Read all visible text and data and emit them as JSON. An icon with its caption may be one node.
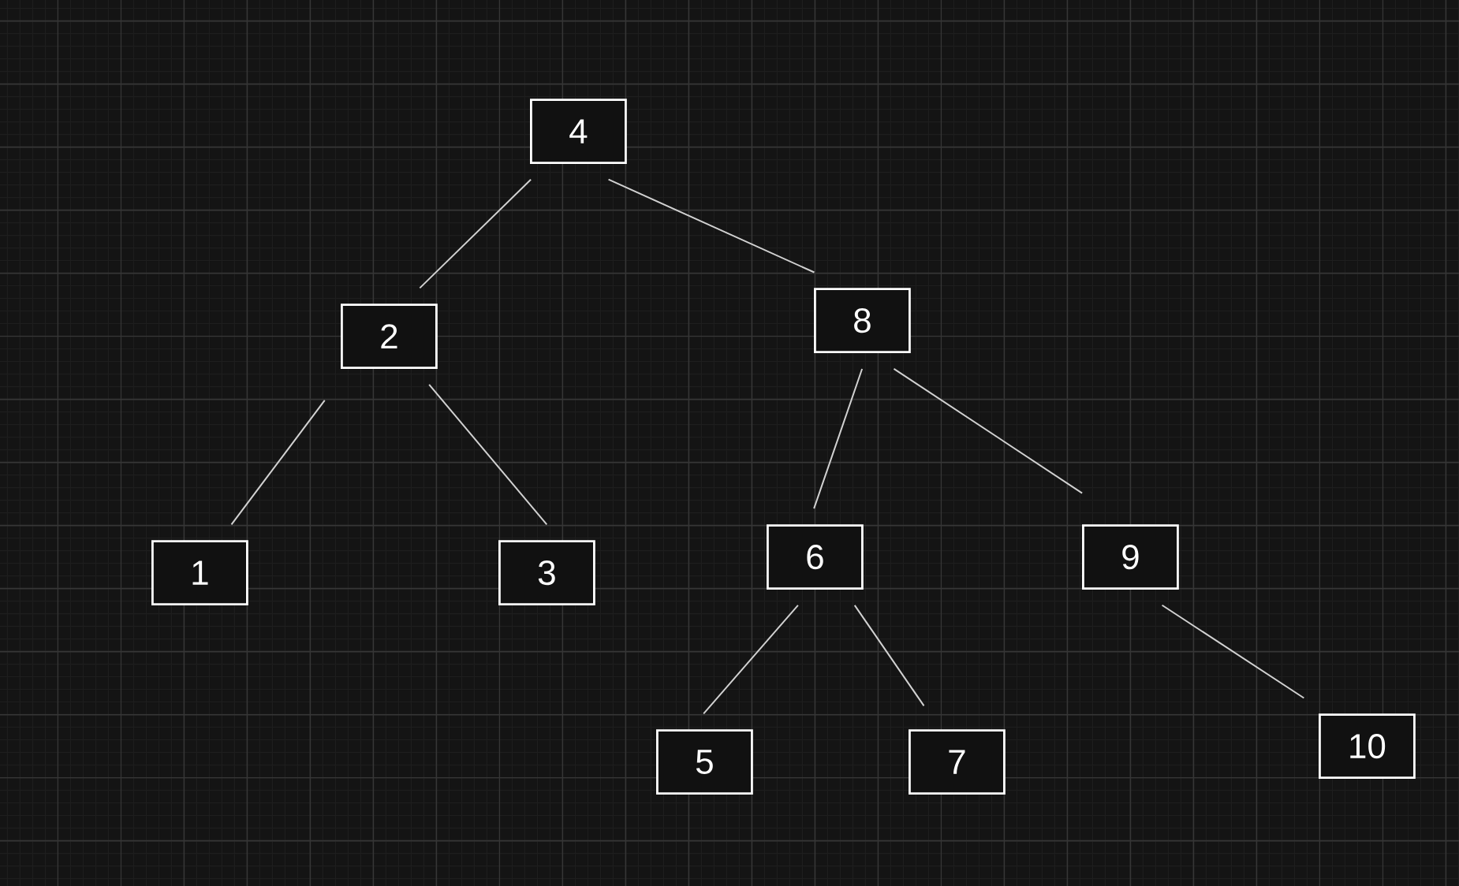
{
  "diagram": {
    "nodes": [
      {
        "text": [
          "4"
        ]
      },
      {
        "text": [
          "2"
        ]
      },
      {
        "text": [
          "8"
        ]
      },
      {
        "text": [
          "1"
        ]
      },
      {
        "text": [
          "3"
        ]
      },
      {
        "text": [
          "6"
        ]
      },
      {
        "text": [
          "9"
        ]
      },
      {
        "text": [
          "5"
        ]
      },
      {
        "text": [
          "7"
        ]
      },
      {
        "text": [
          "10"
        ]
      }
    ],
    "edges": [
      {
        "from": 0,
        "to": 1,
        "arrow": "none"
      },
      {
        "from": 0,
        "to": 2,
        "arrow": "none"
      },
      {
        "from": 1,
        "to": 3,
        "arrow": "none"
      },
      {
        "from": 1,
        "to": 4,
        "arrow": "none"
      },
      {
        "from": 2,
        "to": 5,
        "arrow": "none"
      },
      {
        "from": 2,
        "to": 6,
        "arrow": "none"
      },
      {
        "from": 5,
        "to": 7,
        "arrow": "none"
      },
      {
        "from": 5,
        "to": 8,
        "arrow": "none"
      },
      {
        "from": 6,
        "to": 9,
        "arrow": "none"
      }
    ]
  }
}
